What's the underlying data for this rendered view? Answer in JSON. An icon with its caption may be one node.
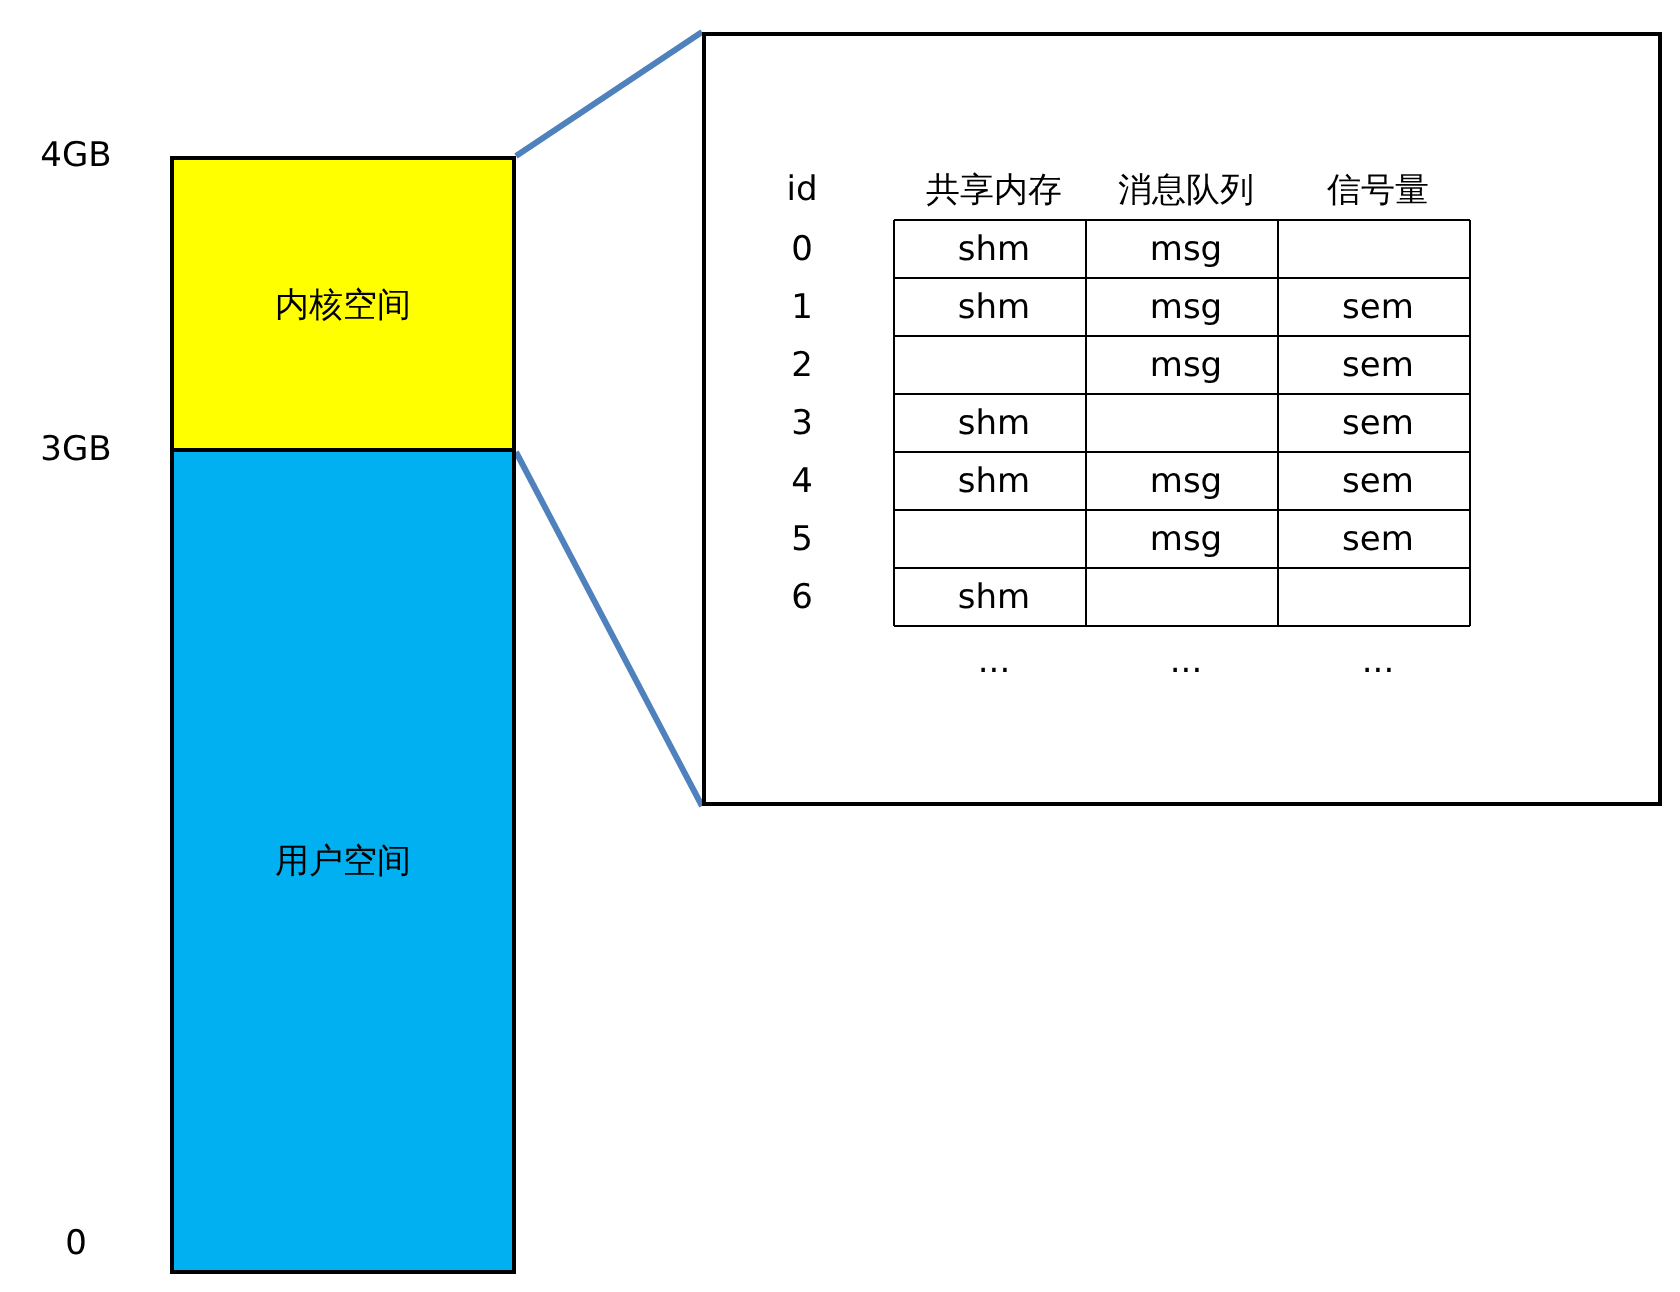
{
  "diagram": {
    "nodes": [
      {
        "text": [
          "内核空间"
        ]
      },
      {
        "text": [
          "用户空间"
        ]
      },
      {
        "text": [],
        "shape": "box"
      }
    ],
    "edges": [
      {
        "from": 0,
        "to": 2,
        "arrow": "none"
      },
      {
        "from": 0,
        "to": 2,
        "arrow": "none"
      }
    ],
    "labels": [
      "4GB",
      "3GB",
      "0",
      "id",
      "共享内存",
      "消息队列",
      "信号量",
      "0",
      "shm",
      "msg",
      "1",
      "shm",
      "msg",
      "sem",
      "2",
      "msg",
      "sem",
      "3",
      "shm",
      "sem",
      "4",
      "shm",
      "msg",
      "sem",
      "5",
      "msg",
      "sem",
      "6",
      "shm",
      "...",
      "...",
      "..."
    ]
  }
}
